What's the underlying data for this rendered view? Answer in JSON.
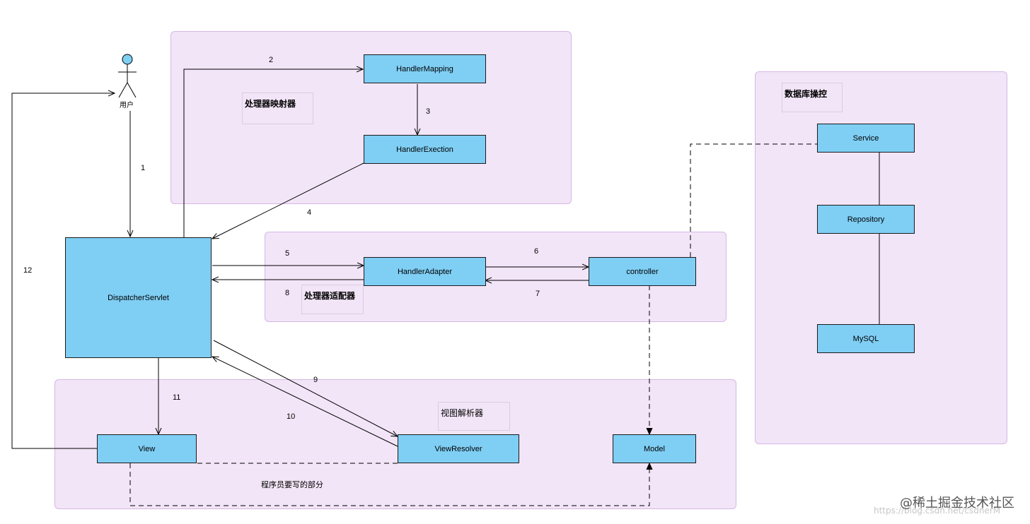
{
  "regions": {
    "handler_mapper": {
      "label": "处理器映射器"
    },
    "handler_adapter": {
      "label": "处理器适配器"
    },
    "view_resolver": {
      "label": "视图解析器",
      "note": "程序员要写的部分"
    },
    "database": {
      "label": "数据库操控"
    }
  },
  "actor": {
    "label": "用户"
  },
  "nodes": {
    "handler_mapping": "HandlerMapping",
    "handler_exection": "HandlerExection",
    "dispatcher": "DispatcherServlet",
    "handler_adapter": "HandlerAdapter",
    "controller": "controller",
    "view": "View",
    "view_resolver": "ViewResolver",
    "model": "Model",
    "service": "Service",
    "repository": "Repository",
    "mysql": "MySQL"
  },
  "steps": [
    "1",
    "2",
    "3",
    "4",
    "5",
    "6",
    "7",
    "8",
    "9",
    "10",
    "11",
    "12"
  ],
  "watermark": {
    "main": "@稀土掘金技术社区",
    "sub": "https://blog.csdn.net/csdnerM"
  },
  "colors": {
    "node_fill": "#7fcef4",
    "region_fill": "#f2e5f7",
    "region_border": "#d6b7e6"
  }
}
